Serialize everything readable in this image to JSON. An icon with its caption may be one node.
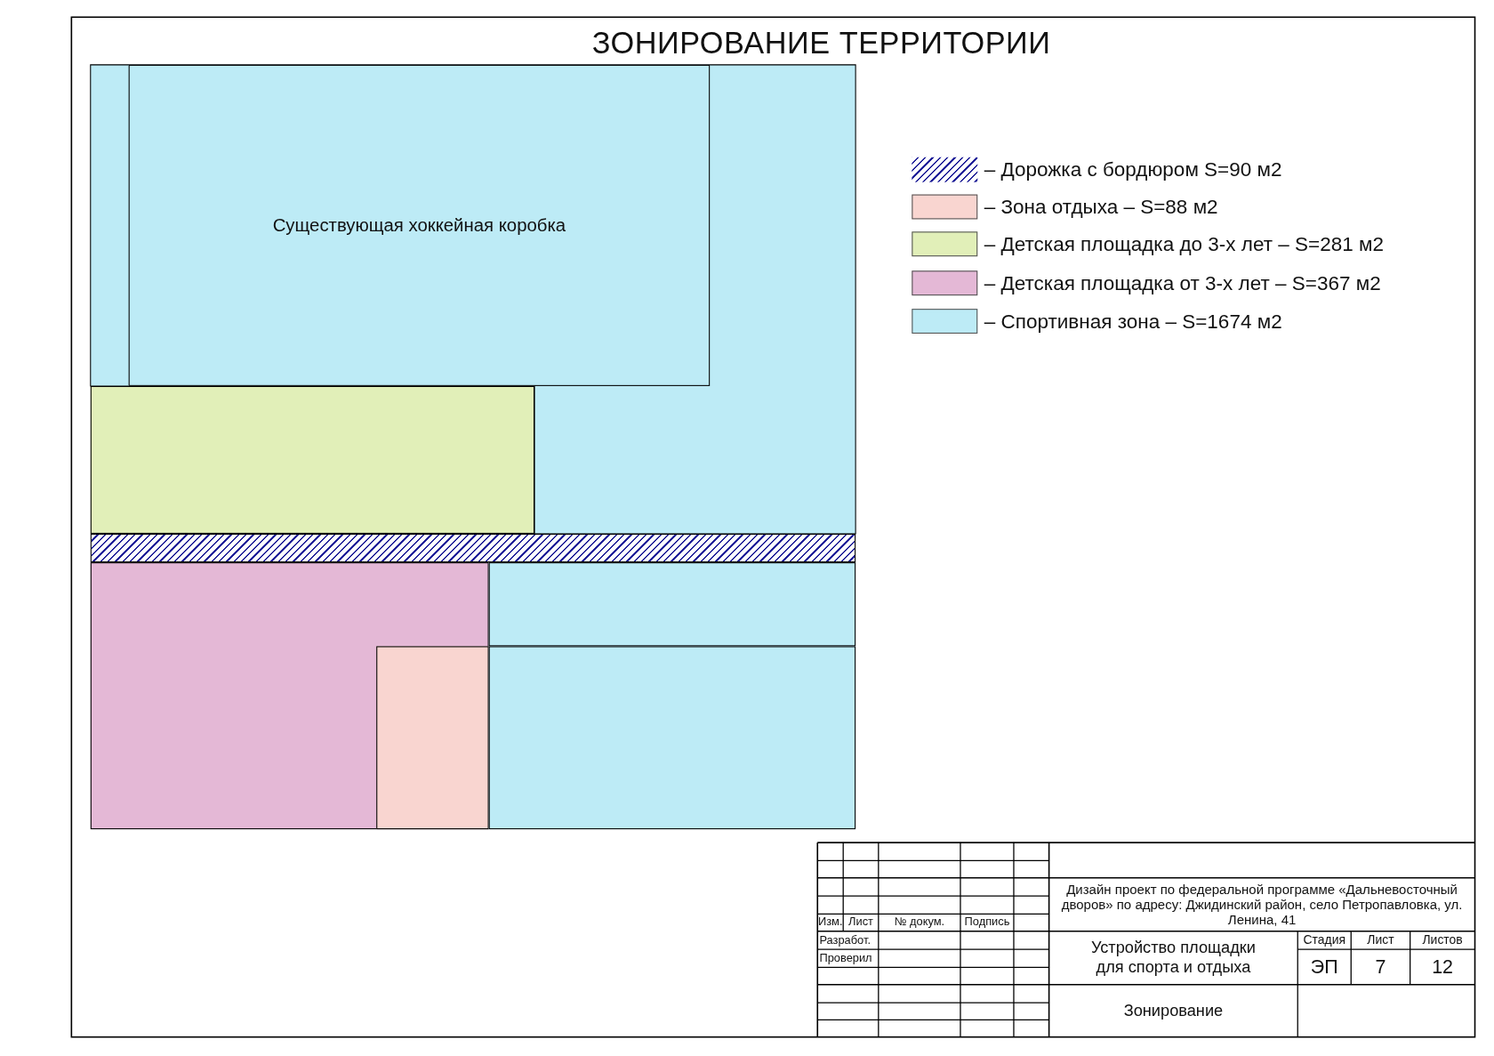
{
  "diagram": {
    "title": "ЗОНИРОВАНИЕ ТЕРРИТОРИИ",
    "nodes": [
      {
        "text": [],
        "shape": "box"
      },
      {
        "text": [
          "Существующая хоккейная коробка"
        ],
        "in": 0
      },
      {
        "text": [],
        "shape": "box"
      },
      {
        "text": [],
        "shape": "box"
      },
      {
        "text": [],
        "shape": "box"
      },
      {
        "text": [],
        "shape": "box"
      },
      {
        "text": [],
        "shape": "box",
        "in": 4
      },
      {
        "text": [],
        "shape": "box"
      }
    ],
    "edges": [],
    "labels": [
      "Изм.",
      "Лист",
      "№ докум.",
      "Подпись",
      "Разработ.",
      "Проверил",
      "Дизайн проект по федеральной программе «Дальневосточный дворов» по адресу: Джидинский район, село Петропавловка, ул. Ленина, 41",
      "Устройство площадки для спорта и отдыха",
      "Стадия",
      "Лист",
      "Листов",
      "ЭП",
      "7",
      "12",
      "Зонирование"
    ],
    "legend": [
      {
        "text": "– Дорожка с бордюром S=90 м2"
      },
      {
        "text": "– Зона отдыха – S=88 м2",
        "color": "#f9d5d0"
      },
      {
        "text": "– Детская площадка до 3-х лет – S=281 м2",
        "color": "#e1efb8"
      },
      {
        "text": "– Детская площадка от 3-х лет – S=367 м2",
        "color": "#e4b8d6"
      },
      {
        "text": "– Спортивная зона – S=1674 м2",
        "color": "#bdebf6"
      }
    ]
  }
}
